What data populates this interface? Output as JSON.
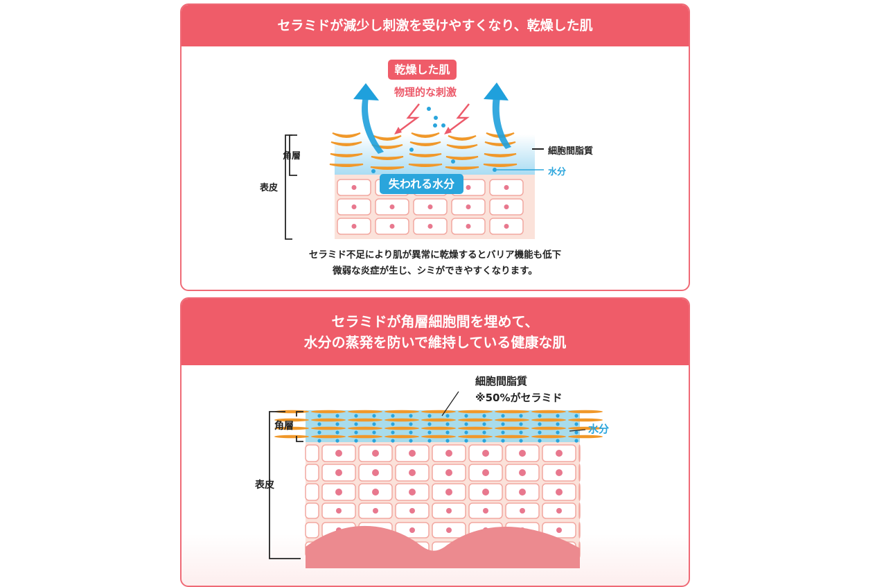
{
  "colors": {
    "header": "#ef5c69",
    "water": "#2aa5dc",
    "lipid": "#f0982a",
    "cell_bg": "#fbe2da",
    "nucleus": "#e8788e",
    "dermis": "#ec8a8f",
    "stimulus": "#ec5a6a"
  },
  "panel1": {
    "title": "セラミドが減少し刺激を受けやすくなり、乾燥した肌",
    "tag_dry": "乾燥した肌",
    "stimulus": "物理的な刺激",
    "tag_water_lost": "失われる水分",
    "label_horny": "角層",
    "label_epidermis": "表皮",
    "label_lipid": "細胞間脂質",
    "label_water": "水分",
    "caption": [
      "セラミド不足により肌が異常に乾燥するとバリア機能も低下",
      "微弱な炎症が生じ、シミができやすくなります。"
    ]
  },
  "panel2": {
    "title": [
      "セラミドが角層細胞間を埋めて、",
      "水分の蒸発を防いで維持している健康な肌"
    ],
    "label_lipid": "細胞間脂質",
    "label_lipid_note": "※50%がセラミド",
    "label_water": "水分",
    "label_horny": "角層",
    "label_epidermis": "表皮"
  }
}
